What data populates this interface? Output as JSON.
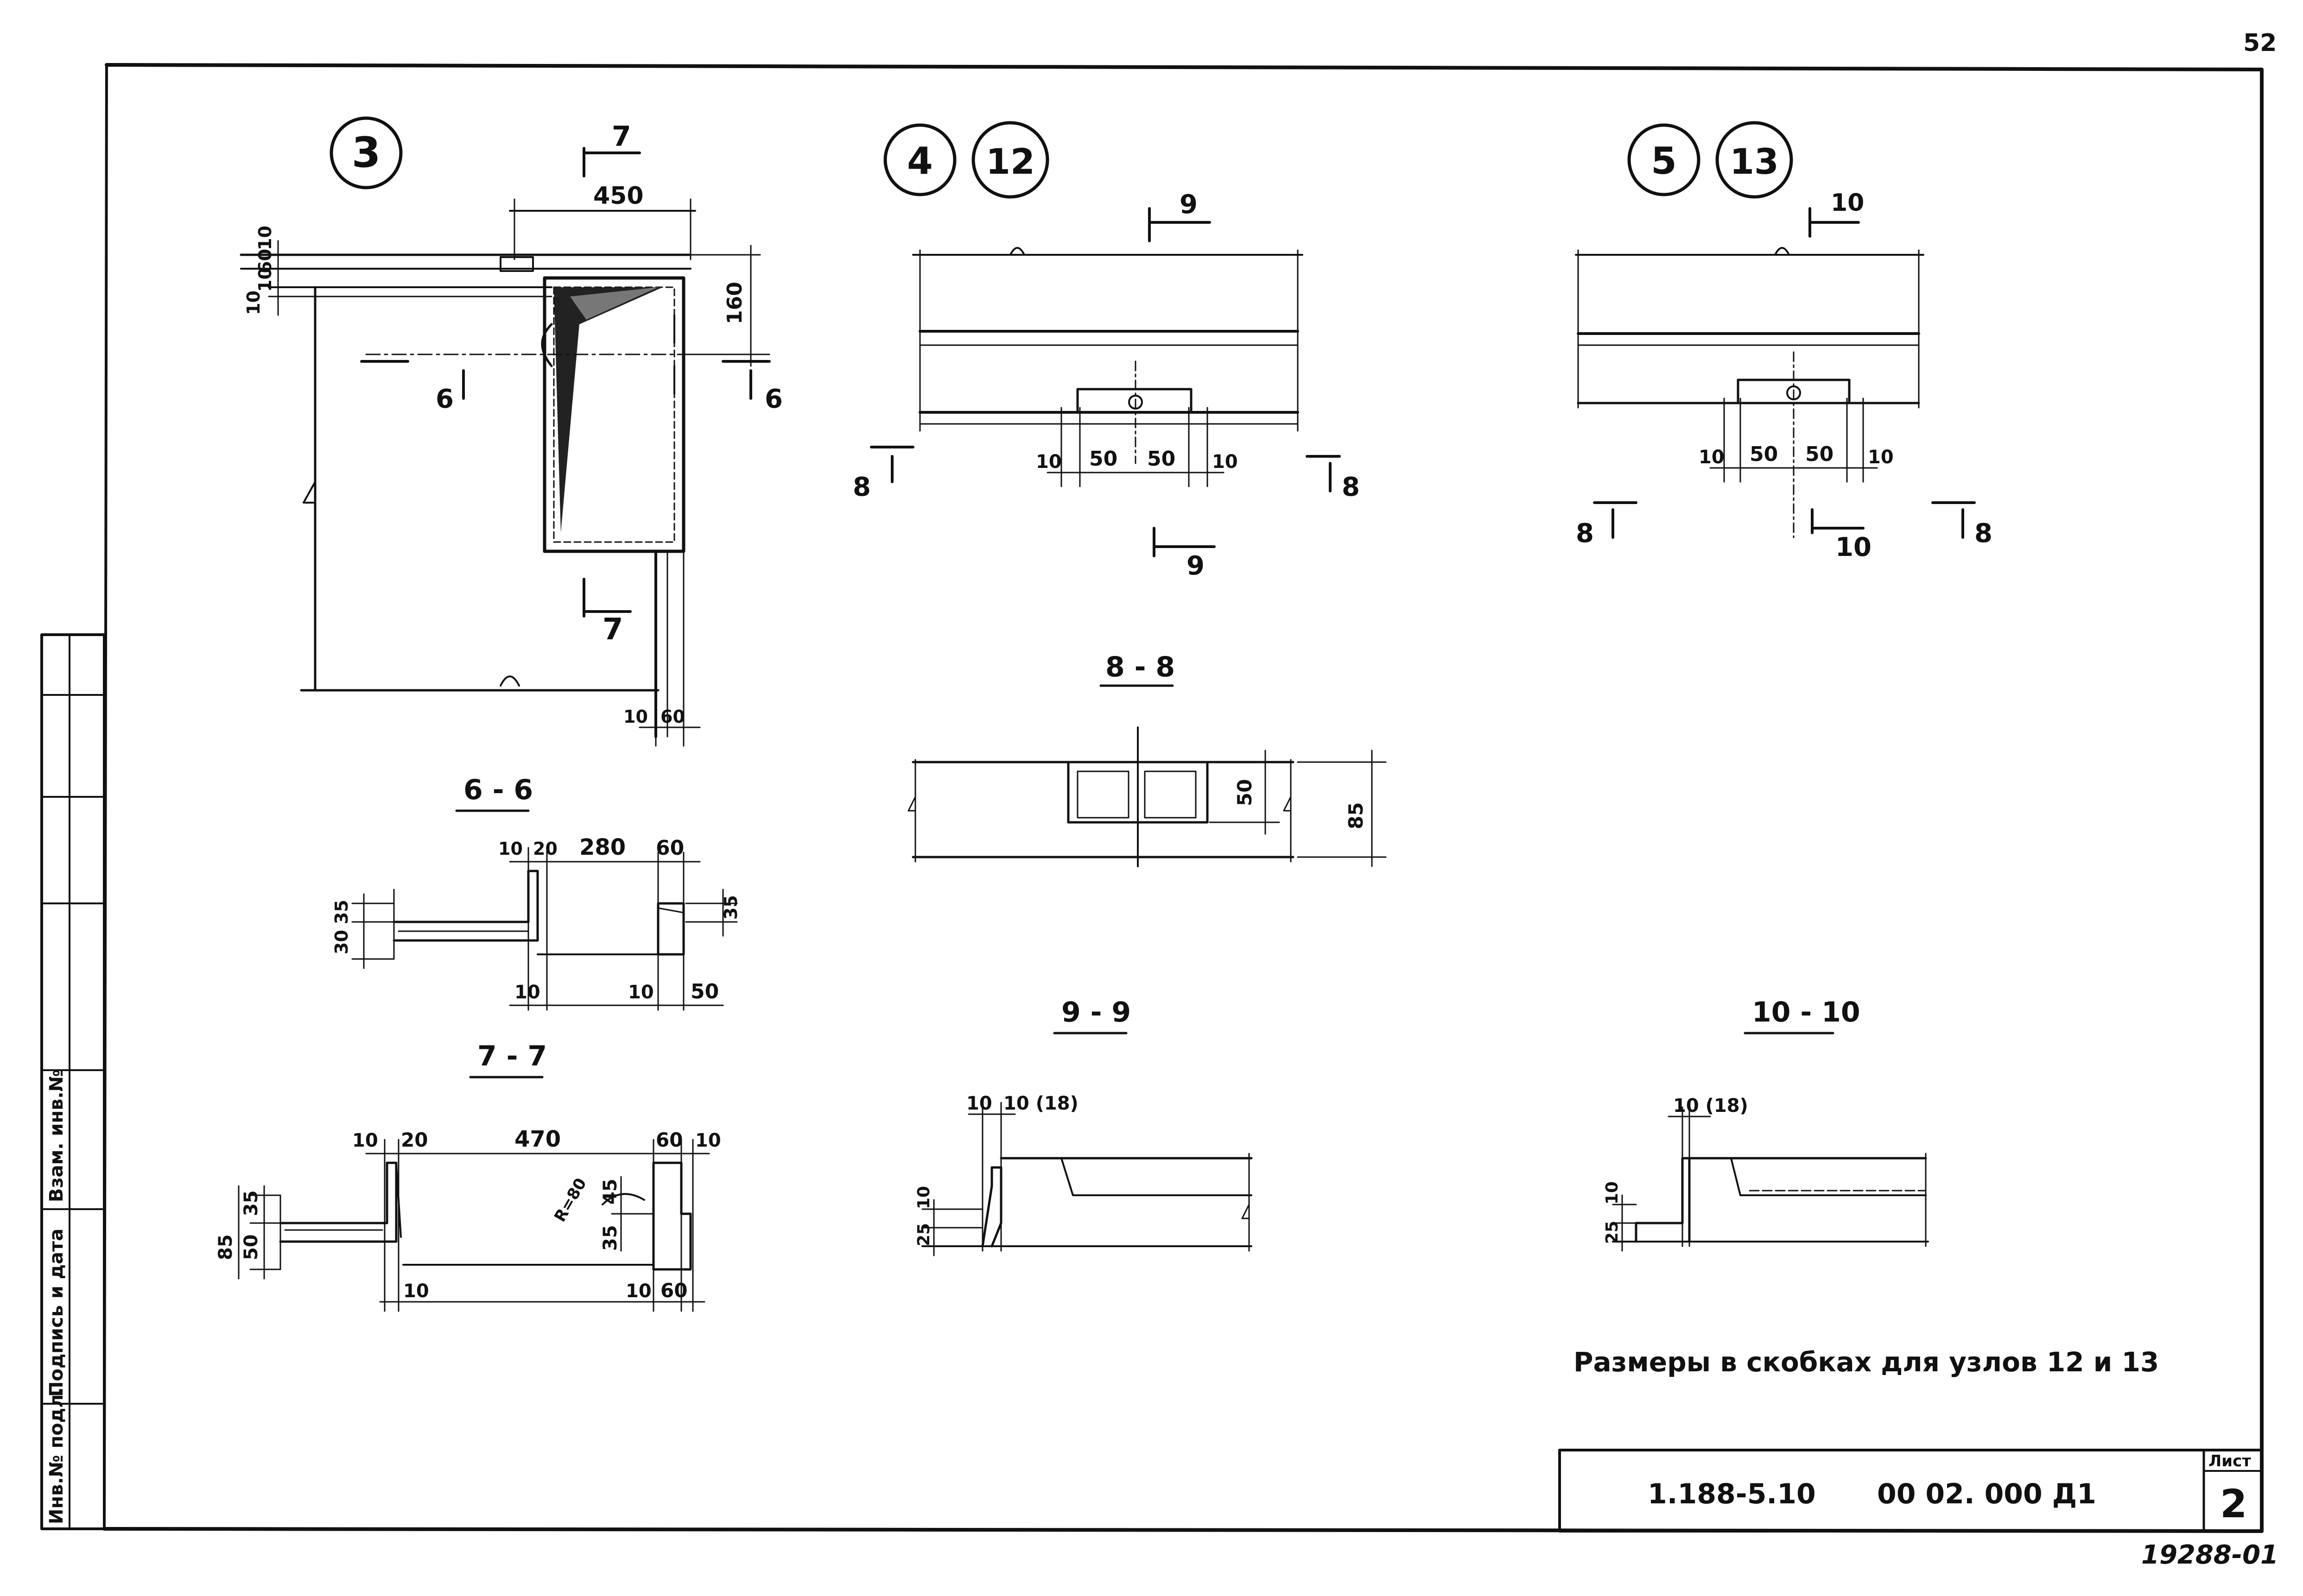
{
  "page_number": "52",
  "nodes": {
    "n3": "3",
    "n4": "4",
    "n12": "12",
    "n5": "5",
    "n13": "13"
  },
  "node3": {
    "cut7": "7",
    "dim_width": "450",
    "dim_left": [
      "10",
      "60",
      "10"
    ],
    "dim_left_low": "10",
    "dim_right": "160",
    "cut6": "6",
    "cut7_bottom": "7",
    "dim_bottom": [
      "10",
      "60"
    ]
  },
  "node4": {
    "cut9": "9",
    "cut8": "8",
    "dims": [
      "10",
      "50",
      "50",
      "10"
    ]
  },
  "node5": {
    "cut10": "10",
    "cut8": "8",
    "dims": [
      "10",
      "50",
      "50",
      "10"
    ]
  },
  "sections": {
    "s66": {
      "title": "6 - 6",
      "dims_top": [
        "10",
        "20",
        "280",
        "60"
      ],
      "dims_left": [
        "30",
        "35"
      ],
      "dim_right": "35",
      "dims_bottom": [
        "10",
        "10",
        "50"
      ]
    },
    "s77": {
      "title": "7 - 7",
      "dims_top": [
        "10",
        "20",
        "470",
        "60",
        "10"
      ],
      "dims_left": [
        "85",
        "50",
        "35"
      ],
      "radius": "R=80",
      "dims_right": [
        "45",
        "35"
      ],
      "dims_bottom": [
        "10",
        "10",
        "60"
      ]
    },
    "s88": {
      "title": "8 - 8",
      "dim_a": "50",
      "dim_b": "85"
    },
    "s99": {
      "title": "9 - 9",
      "dims_top": [
        "10",
        "10 (18)"
      ],
      "dims_left": [
        "25",
        "10"
      ]
    },
    "s1010": {
      "title": "10 - 10",
      "dims_top": [
        "10 (18)"
      ],
      "dims_left": [
        "25",
        "10"
      ]
    }
  },
  "note": "Размеры в скобках для узлов 12 и 13",
  "stamp": {
    "designation": "1.188-5.10",
    "code": "00 02. 000 Д1",
    "sheet_label": "Лист",
    "sheet_no": "2"
  },
  "side_stamp": {
    "inv_orig": "Инв.№ подл.",
    "signature": "Подпись и дата",
    "inv_replace": "Взам. инв.№"
  },
  "archive_number": "19288-01"
}
